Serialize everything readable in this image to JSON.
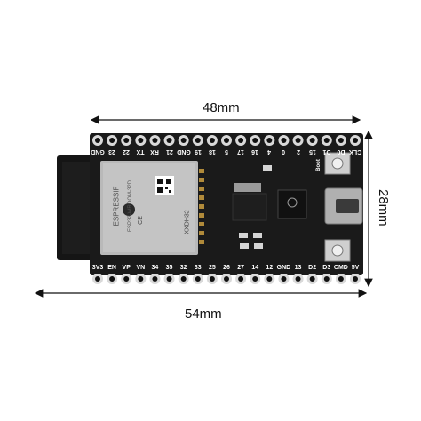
{
  "dimensions": {
    "width_label": "48mm",
    "length_label": "54mm",
    "height_label": "28mm"
  },
  "module": {
    "brand": "ESPRESSIF",
    "model": "ESP32-WROOM-32D",
    "cert": "CE",
    "code": "XXDH32"
  },
  "board": {
    "boot_label": "Boot",
    "top_pins": [
      "GND",
      "23",
      "22",
      "TX",
      "RX",
      "21",
      "GND",
      "19",
      "18",
      "5",
      "17",
      "16",
      "4",
      "0",
      "2",
      "15",
      "D1",
      "D0",
      "CLK"
    ],
    "bottom_pins": [
      "3V3",
      "EN",
      "VP",
      "VN",
      "34",
      "35",
      "32",
      "33",
      "25",
      "26",
      "27",
      "14",
      "12",
      "GND",
      "13",
      "D2",
      "D3",
      "CMD",
      "5V"
    ]
  }
}
